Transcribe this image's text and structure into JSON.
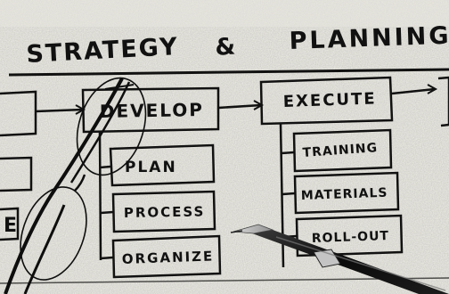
{
  "title": {
    "left": "STRATEGY",
    "amp": "&",
    "right": "PLANNING"
  },
  "boxes": {
    "develop": "DEVELOP",
    "execute": "EXECUTE",
    "plan": "PLAN",
    "process": "PROCESS",
    "organize": "ORGANIZE",
    "training": "TRAINING",
    "materials": "MATERIALS",
    "rollout": "ROLL-OUT",
    "left_partial_e": "E"
  }
}
